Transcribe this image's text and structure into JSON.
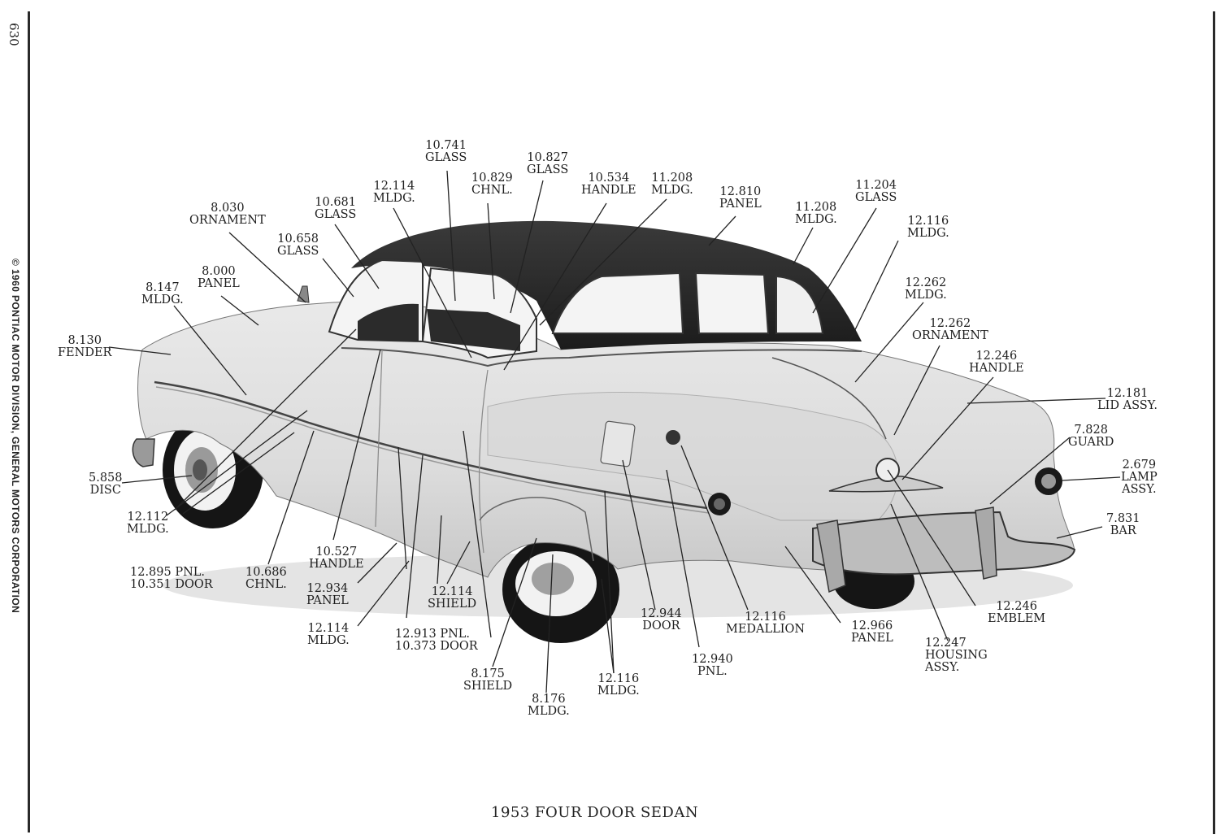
{
  "page_number": "630",
  "copyright": "© 1960 PONTIAC MOTOR DIVISION, GENERAL MOTORS CORPORATION",
  "caption": "1953 FOUR DOOR SEDAN",
  "labels": [
    {
      "id": "glass-10741",
      "num": "10.741",
      "part": "GLASS"
    },
    {
      "id": "glass-10827",
      "num": "10.827",
      "part": "GLASS"
    },
    {
      "id": "chnl-10829",
      "num": "10.829",
      "part": "CHNL."
    },
    {
      "id": "handle-10534",
      "num": "10.534",
      "part": "HANDLE"
    },
    {
      "id": "mldg-11208-top",
      "num": "11.208",
      "part": "MLDG."
    },
    {
      "id": "mldg-12114-top",
      "num": "12.114",
      "part": "MLDG."
    },
    {
      "id": "panel-12810",
      "num": "12.810",
      "part": "PANEL"
    },
    {
      "id": "glass-11204",
      "num": "11.204",
      "part": "GLASS"
    },
    {
      "id": "mldg-11208-rear",
      "num": "11.208",
      "part": "MLDG."
    },
    {
      "id": "glass-10681",
      "num": "10.681",
      "part": "GLASS"
    },
    {
      "id": "ornament-8030",
      "num": "8.030",
      "part": "ORNAMENT"
    },
    {
      "id": "mldg-12116-top",
      "num": "12.116",
      "part": "MLDG."
    },
    {
      "id": "glass-10658",
      "num": "10.658",
      "part": "GLASS"
    },
    {
      "id": "panel-8000",
      "num": "8.000",
      "part": "PANEL"
    },
    {
      "id": "mldg-12262",
      "num": "12.262",
      "part": "MLDG."
    },
    {
      "id": "mldg-8147",
      "num": "8.147",
      "part": "MLDG."
    },
    {
      "id": "ornament-12262",
      "num": "12.262",
      "part": "ORNAMENT"
    },
    {
      "id": "fender-8130",
      "num": "8.130",
      "part": "FENDER"
    },
    {
      "id": "handle-12246",
      "num": "12.246",
      "part": "HANDLE"
    },
    {
      "id": "lid-12181",
      "num": "12.181",
      "part": "LID ASSY."
    },
    {
      "id": "guard-7828",
      "num": "7.828",
      "part": "GUARD"
    },
    {
      "id": "disc-5858",
      "num": "5.858",
      "part": "DISC"
    },
    {
      "id": "lamp-2679",
      "num": "2.679",
      "part": "LAMP",
      "part2": "ASSY."
    },
    {
      "id": "mldg-12112",
      "num": "12.112",
      "part": "MLDG."
    },
    {
      "id": "bar-7831",
      "num": "7.831",
      "part": "BAR"
    },
    {
      "id": "handle-10527",
      "num": "10.527",
      "part": "HANDLE"
    },
    {
      "id": "pnl-door-front",
      "num": "12.895 PNL.",
      "part": "10.351 DOOR"
    },
    {
      "id": "chnl-10686",
      "num": "10.686",
      "part": "CHNL."
    },
    {
      "id": "panel-12934",
      "num": "12.934",
      "part": "PANEL"
    },
    {
      "id": "shield-12114",
      "num": "12.114",
      "part": "SHIELD"
    },
    {
      "id": "door-12944",
      "num": "12.944",
      "part": "DOOR"
    },
    {
      "id": "medallion-12116",
      "num": "12.116",
      "part": "MEDALLION"
    },
    {
      "id": "emblem-12246",
      "num": "12.246",
      "part": "EMBLEM"
    },
    {
      "id": "panel-12966",
      "num": "12.966",
      "part": "PANEL"
    },
    {
      "id": "mldg-12114-low",
      "num": "12.114",
      "part": "MLDG."
    },
    {
      "id": "pnl-door-rear",
      "num": "12.913 PNL.",
      "part": "10.373 DOOR"
    },
    {
      "id": "housing-12247",
      "num": "12.247",
      "part": "HOUSING",
      "part2": "ASSY."
    },
    {
      "id": "pnl-12940",
      "num": "12.940",
      "part": "PNL."
    },
    {
      "id": "shield-8175",
      "num": "8.175",
      "part": "SHIELD"
    },
    {
      "id": "mldg-12116-low",
      "num": "12.116",
      "part": "MLDG."
    },
    {
      "id": "mldg-8176",
      "num": "8.176",
      "part": "MLDG."
    }
  ]
}
